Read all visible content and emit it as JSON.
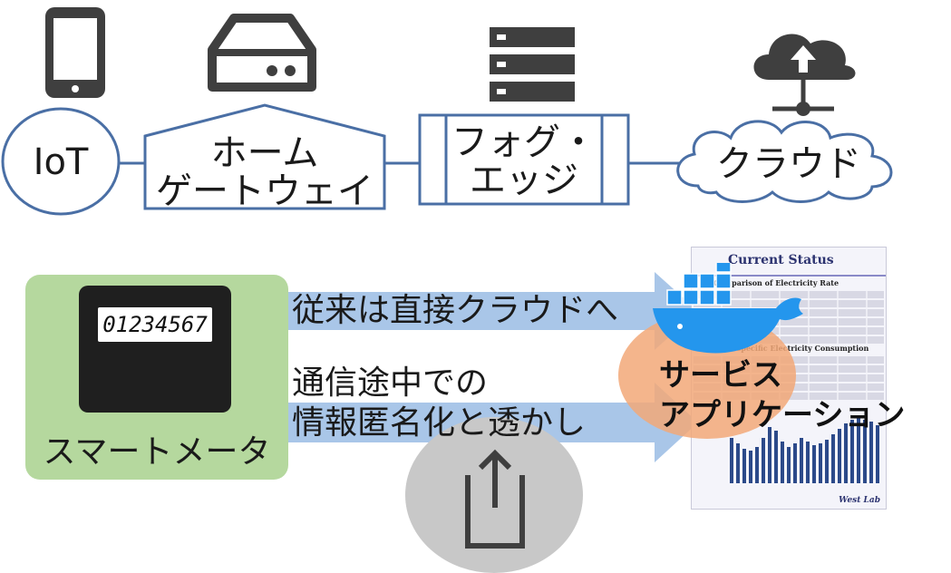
{
  "top_row": {
    "iot_label": "IoT",
    "home_gateway_label_line1": "ホーム",
    "home_gateway_label_line2": "ゲートウェイ",
    "fog_edge_label_line1": "フォグ・",
    "fog_edge_label_line2": "エッジ",
    "cloud_label": "クラウド"
  },
  "icons": {
    "iot": "smartphone-icon",
    "gateway": "router-icon",
    "fog": "server-rack-icon",
    "cloud": "cloud-upload-icon",
    "service": "docker-whale-icon",
    "export": "share-export-icon"
  },
  "smart_meter": {
    "label": "スマートメータ",
    "display_value": "01234567"
  },
  "arrows": {
    "upper_label": "従来は直接クラウドへ",
    "lower_label_line1": "通信途中での",
    "lower_label_line2": "情報匿名化と透かし"
  },
  "service": {
    "label_line1": "サービス",
    "label_line2": "アプリケーション"
  },
  "screenshot": {
    "title": "Current Status",
    "heading1": "Comparison of Electricity Rate",
    "heading2": "Time-specific Electricity Consumption",
    "footer": "West Lab"
  },
  "colors": {
    "outline_blue": "#4a6fa5",
    "meter_green": "#b5d89e",
    "arrow_blue": "#a9c6e8",
    "icon_dark": "#3f3f3f",
    "service_orange": "#f2a878",
    "export_gray": "#c8c8c8",
    "docker_blue": "#2496ed"
  }
}
